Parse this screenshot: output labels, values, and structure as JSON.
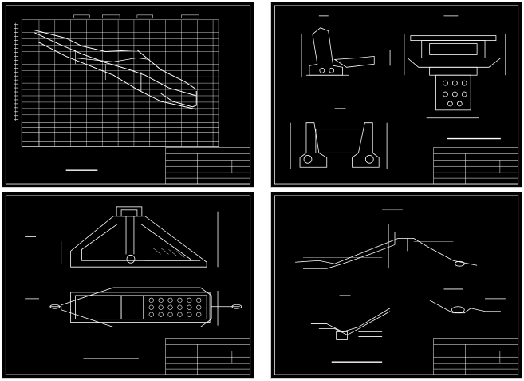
{
  "sheets": [
    {
      "id": "sheet-1",
      "title_block": {
        "rows": 6
      },
      "profile_table": {
        "rows": 5
      }
    },
    {
      "id": "sheet-2",
      "title_block": {
        "rows": 6
      }
    },
    {
      "id": "sheet-3",
      "title_block": {
        "rows": 6
      }
    },
    {
      "id": "sheet-4",
      "title_block": {
        "rows": 6
      }
    }
  ],
  "colors": {
    "background": "#000000",
    "linework": "#ffffff",
    "workspace": "#ffffff",
    "border": "#cfcfcf"
  },
  "icons": [
    "titleblock-grid",
    "section-drawing",
    "plan-drawing"
  ]
}
